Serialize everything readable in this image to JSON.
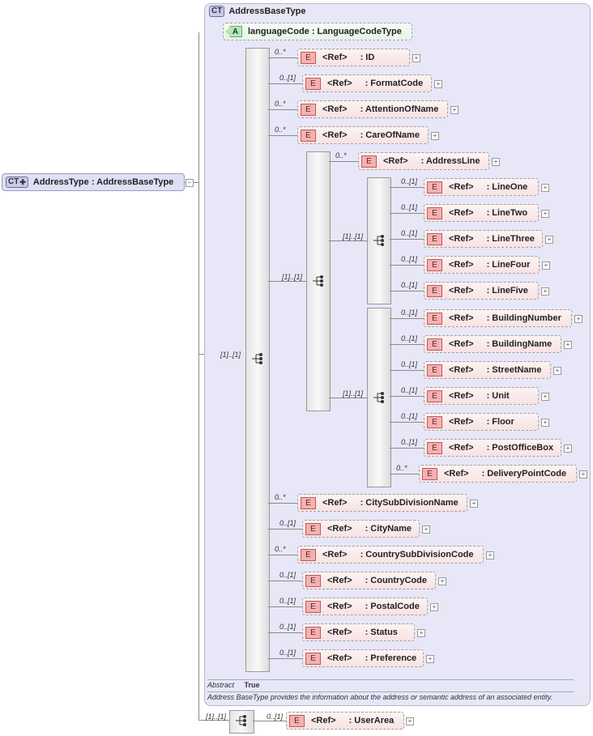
{
  "root": {
    "tag": "CT",
    "label": "AddressType : AddressBaseType"
  },
  "complex_type": {
    "tag": "CT",
    "name": "AddressBaseType"
  },
  "attribute": {
    "tag": "A",
    "label": "languageCode : LanguageCodeType"
  },
  "element_tag": "E",
  "ref_label": "<Ref>",
  "main_sequence_card": "[1]..[1]",
  "choice_card": "[1]..[1]",
  "seq1_card": "[1]..[1]",
  "seq2_card": "[1]..[1]",
  "elements": [
    {
      "card": "0..*",
      "name": ": ID"
    },
    {
      "card": "0..[1]",
      "name": ": FormatCode"
    },
    {
      "card": "0..*",
      "name": ": AttentionOfName"
    },
    {
      "card": "0..*",
      "name": ": CareOfName"
    },
    {
      "card": "0..*",
      "name": ": AddressLine"
    },
    {
      "card": "0..[1]",
      "name": ": LineOne"
    },
    {
      "card": "0..[1]",
      "name": ": LineTwo"
    },
    {
      "card": "0..[1]",
      "name": ": LineThree"
    },
    {
      "card": "0..[1]",
      "name": ": LineFour"
    },
    {
      "card": "0..[1]",
      "name": ": LineFive"
    },
    {
      "card": "0..[1]",
      "name": ": BuildingNumber"
    },
    {
      "card": "0..[1]",
      "name": ": BuildingName"
    },
    {
      "card": "0..[1]",
      "name": ": StreetName"
    },
    {
      "card": "0..[1]",
      "name": ": Unit"
    },
    {
      "card": "0..[1]",
      "name": ": Floor"
    },
    {
      "card": "0..[1]",
      "name": ": PostOfficeBox"
    },
    {
      "card": "0..*",
      "name": ": DeliveryPointCode"
    },
    {
      "card": "0..*",
      "name": ": CitySubDivisionName"
    },
    {
      "card": "0..[1]",
      "name": ": CityName"
    },
    {
      "card": "0..*",
      "name": ": CountrySubDivisionCode"
    },
    {
      "card": "0..[1]",
      "name": ": CountryCode"
    },
    {
      "card": "0..[1]",
      "name": ": PostalCode"
    },
    {
      "card": "0..[1]",
      "name": ": Status"
    },
    {
      "card": "0..[1]",
      "name": ": Preference"
    }
  ],
  "abstract": {
    "label": "Abstract",
    "value": "True"
  },
  "documentation": "Address BaseType provides the information about the address or semantic address of an associated entity.",
  "outer_sequence": {
    "card": "[1]..[1]"
  },
  "user_area": {
    "card": "0..[1]",
    "name": ": UserArea"
  }
}
